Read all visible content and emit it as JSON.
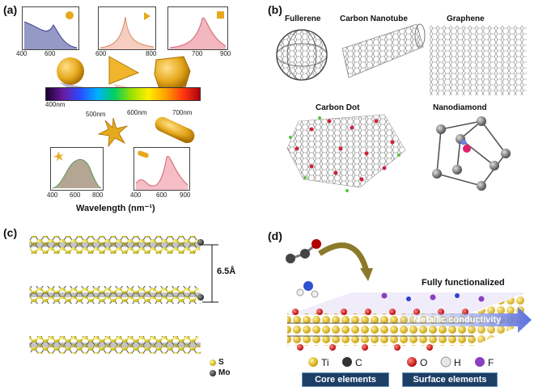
{
  "panels": {
    "a": {
      "label": "(a)",
      "spectrum_ticks": [
        "400nm",
        "500nm",
        "600nm",
        "700nm"
      ],
      "top_plot_ticks": [
        [
          "400",
          "600"
        ],
        [
          "600",
          "800"
        ],
        [
          "700",
          "900"
        ]
      ],
      "bottom_plot_ticks": [
        [
          "400",
          "600",
          "800"
        ],
        [
          "400",
          "600",
          "900"
        ]
      ],
      "xaxis": "Wavelength (nm⁻¹)"
    },
    "b": {
      "label": "(b)",
      "titles": [
        "Fullerene",
        "Carbon Nanotube",
        "Graphene",
        "Carbon Dot",
        "Nanodiamond"
      ]
    },
    "c": {
      "label": "(c)",
      "spacing": "6.5Å",
      "legend": [
        "S",
        "Mo"
      ]
    },
    "d": {
      "label": "(d)",
      "top_caption": "Fully functionalized",
      "arrow_caption": "Metallic conductivity",
      "elements": [
        "Ti",
        "C",
        "O",
        "H",
        "F"
      ],
      "core_label": "Core elements",
      "surface_label": "Surface elements"
    }
  },
  "colors": {
    "gold": "#e6a91e",
    "s_yellow": "#e8df2a",
    "mo_grey": "#555555",
    "ti": "#f2c21a",
    "o": "#e0231f",
    "h": "#e6e6e6",
    "f": "#8a3fc2",
    "banner": "#1d3f66"
  }
}
